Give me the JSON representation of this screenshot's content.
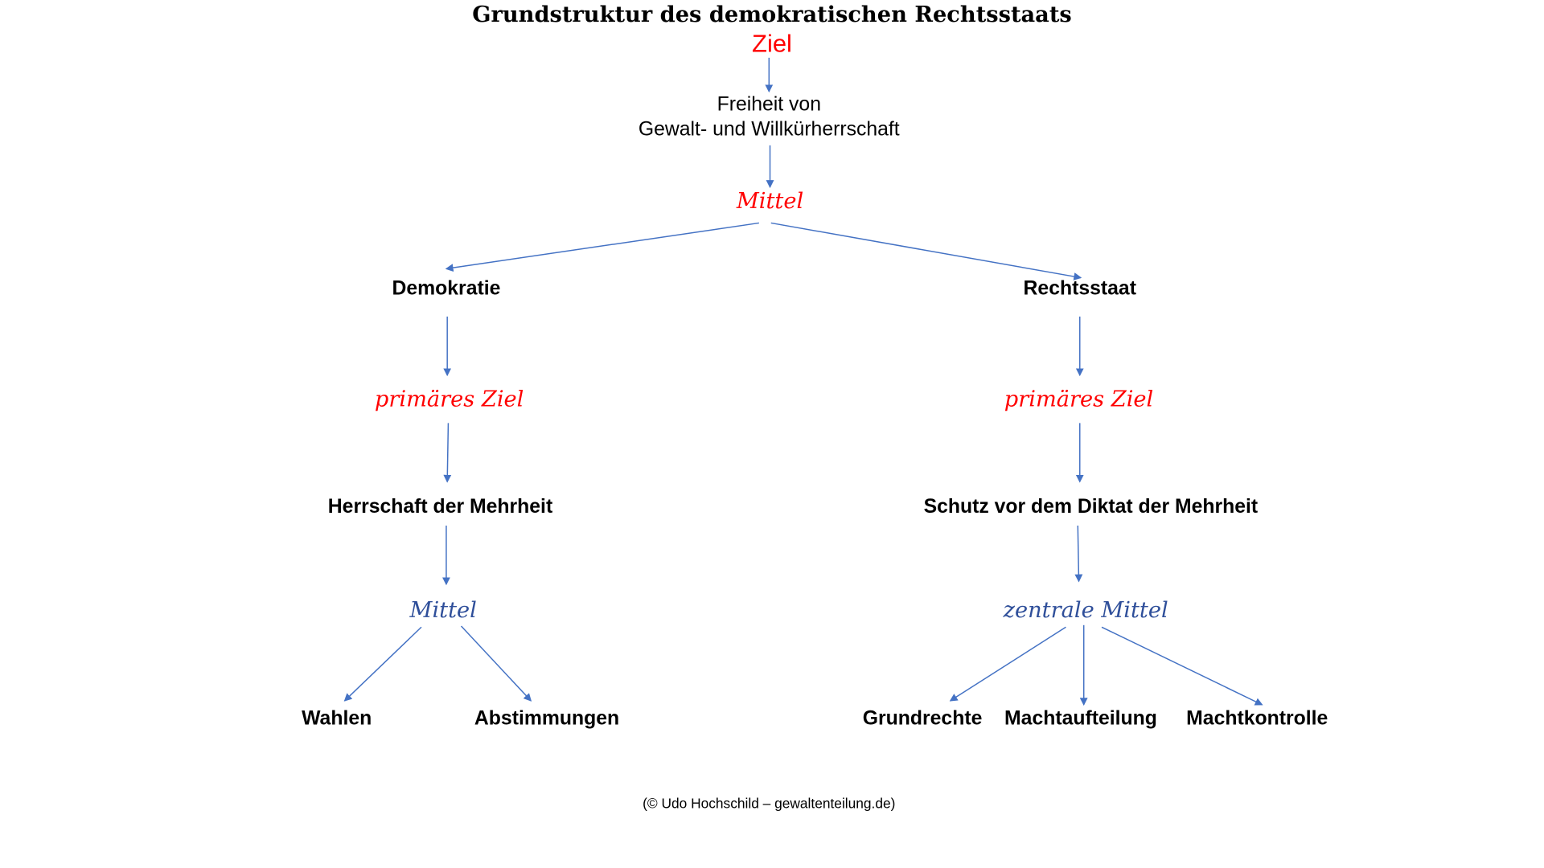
{
  "title": "Grundstruktur des demokratischen Rechtsstaats",
  "ziel_label": "Ziel",
  "goal_line1": "Freiheit von",
  "goal_line2": "Gewalt- und Willkürherrschaft",
  "mittel_top": "Mittel",
  "left": {
    "node": "Demokratie",
    "primary_goal_label": "primäres Ziel",
    "primary_goal": "Herrschaft der Mehrheit",
    "means_label": "Mittel",
    "means": [
      "Wahlen",
      "Abstimmungen"
    ]
  },
  "right": {
    "node": "Rechtsstaat",
    "primary_goal_label": "primäres Ziel",
    "primary_goal": "Schutz vor dem Diktat der Mehrheit",
    "means_label": "zentrale Mittel",
    "means": [
      "Grundrechte",
      "Machtaufteilung",
      "Machtkontrolle"
    ]
  },
  "footer": "(© Udo Hochschild – gewaltenteilung.de)",
  "colors": {
    "accent_red": "#ff0000",
    "arrow_blue": "#4472c4",
    "means_blue": "#2f4f9a"
  }
}
